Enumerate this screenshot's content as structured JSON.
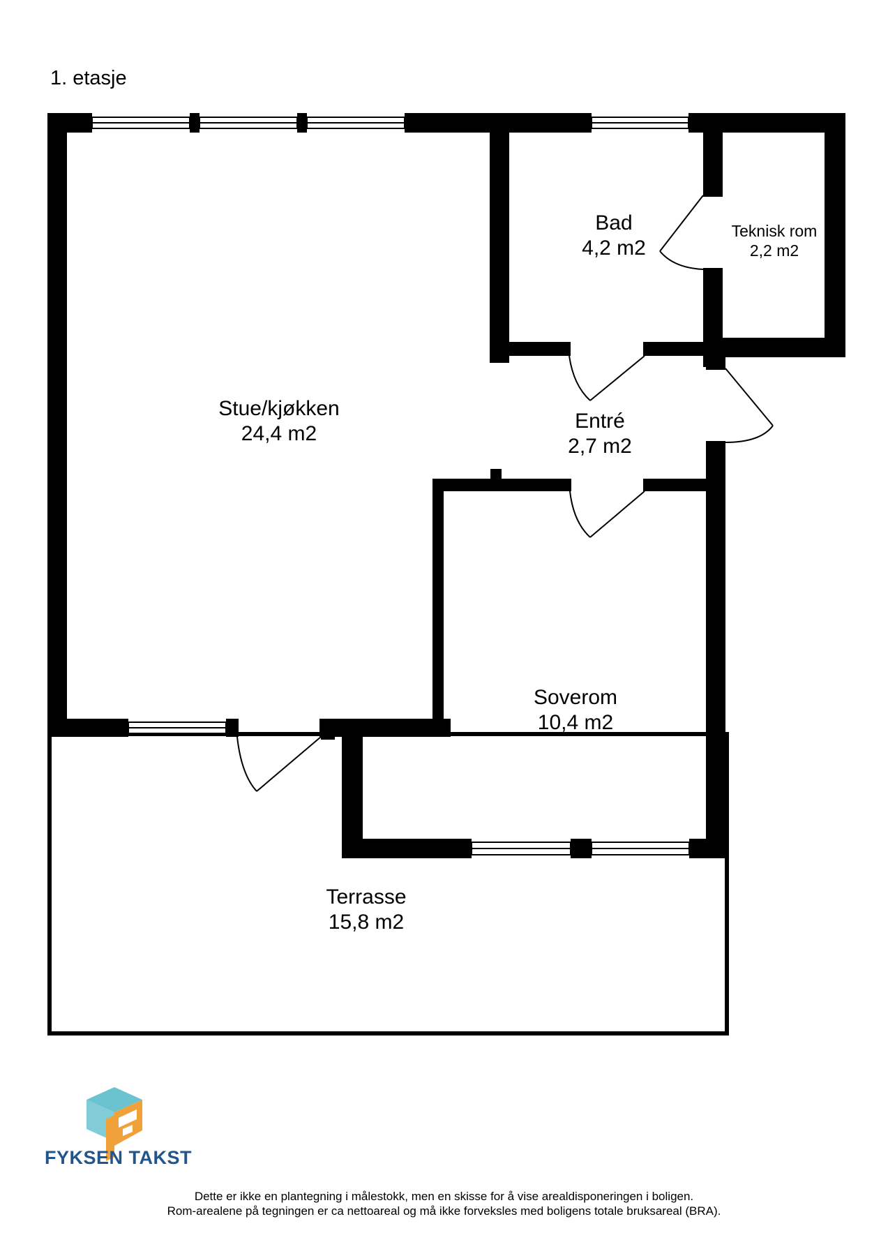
{
  "floor_label": "1. etasje",
  "rooms": [
    {
      "id": "stue-kjokken",
      "name": "Stue/kjøkken",
      "area": "24,4 m2"
    },
    {
      "id": "bad",
      "name": "Bad",
      "area": "4,2 m2"
    },
    {
      "id": "teknisk-rom",
      "name": "Teknisk rom",
      "area": "2,2 m2"
    },
    {
      "id": "entre",
      "name": "Entré",
      "area": "2,7 m2"
    },
    {
      "id": "soverom",
      "name": "Soverom",
      "area": "10,4 m2"
    },
    {
      "id": "terrasse",
      "name": "Terrasse",
      "area": "15,8 m2"
    }
  ],
  "brand": {
    "name": "FYKSEN TAKST",
    "logo_icon": "fyksen-takst-logo-icon",
    "colors": {
      "teal": "#6cc3d0",
      "orange": "#f0a13a",
      "text": "#23558d"
    }
  },
  "disclaimer": {
    "line1": "Dette er ikke en plantegning i målestokk, men en skisse for å vise arealdisponeringen i boligen.",
    "line2": "Rom-arealene på tegningen er ca nettoareal og må ikke forveksles med boligens totale bruksareal (BRA)."
  },
  "colors": {
    "wall": "#000000",
    "background": "#ffffff"
  }
}
